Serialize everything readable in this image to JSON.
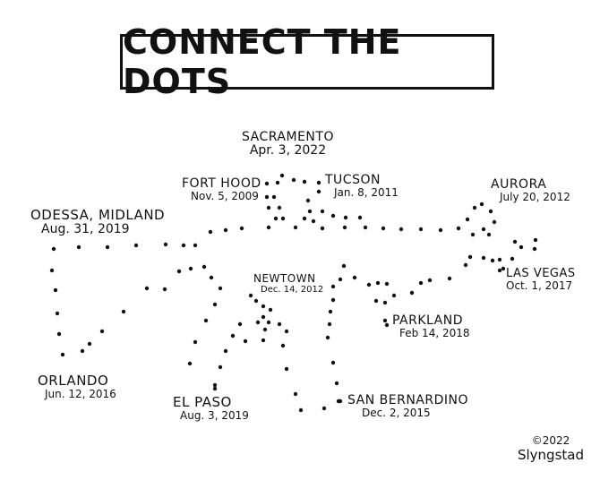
{
  "title": "CONNECT THE DOTS",
  "labels": {
    "sacramento": {
      "place": "SACRAMENTO",
      "date": "Apr. 3, 2022"
    },
    "fort_hood": {
      "place": "FORT HOOD",
      "date": "Nov. 5, 2009"
    },
    "tucson": {
      "place": "TUCSON",
      "date": "Jan. 8, 2011"
    },
    "aurora": {
      "place": "AURORA",
      "date": "July 20, 2012"
    },
    "odessa": {
      "place": "ODESSA, MIDLAND",
      "date": "Aug. 31, 2019"
    },
    "newtown": {
      "place": "NEWTOWN",
      "date": "Dec. 14, 2012"
    },
    "las_vegas": {
      "place": "LAS VEGAS",
      "date": "Oct. 1, 2017"
    },
    "parkland": {
      "place": "PARKLAND",
      "date": "Feb 14, 2018"
    },
    "orlando": {
      "place": "ORLANDO",
      "date": "Jun. 12, 2016"
    },
    "el_paso": {
      "place": "EL PASO",
      "date": "Aug. 3, 2019"
    },
    "san_bernardino": {
      "place": "SAN BERNARDINO",
      "date": "Dec. 2, 2015"
    }
  },
  "credit": {
    "year": "©2022",
    "artist": "Slyngstad"
  },
  "colors": {
    "ink": "#111111",
    "background": "#ffffff"
  }
}
